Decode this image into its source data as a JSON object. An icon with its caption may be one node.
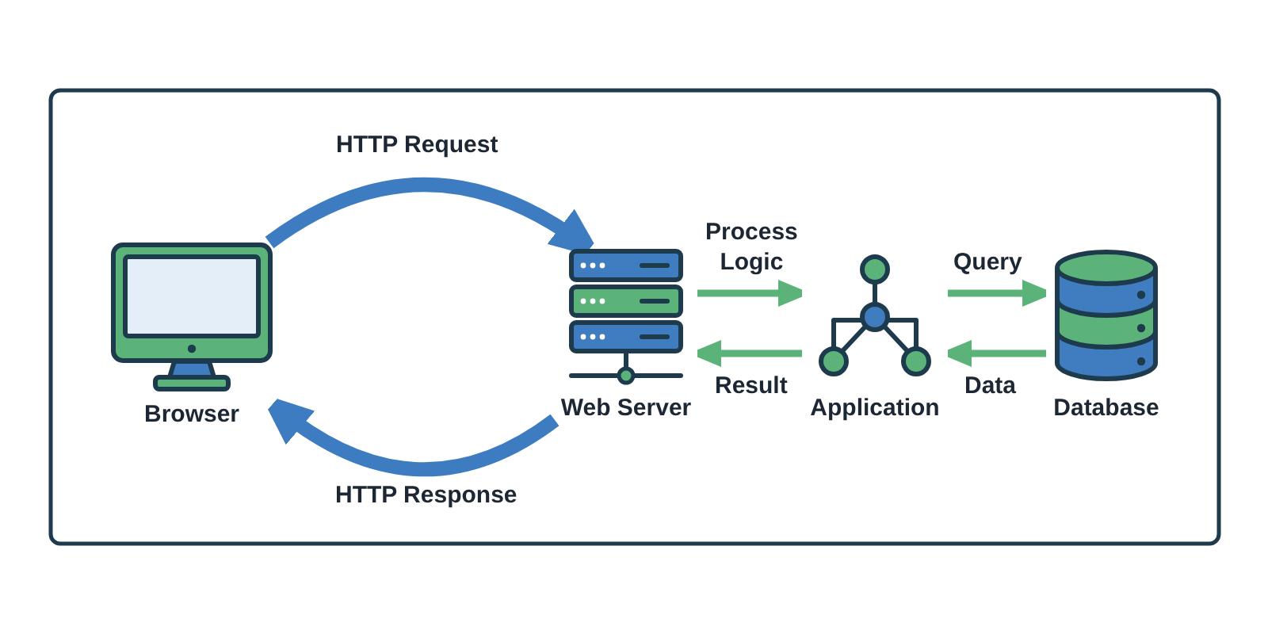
{
  "diagram": {
    "nodes": [
      {
        "text": [
          "Browser"
        ]
      },
      {
        "text": [
          "Web Server"
        ]
      },
      {
        "text": [
          "Application"
        ]
      },
      {
        "text": [
          "Database"
        ]
      }
    ],
    "edges": [
      {
        "from": 0,
        "to": 1,
        "arrow": "to",
        "label": "HTTP Request",
        "style": "thick",
        "color": "#3d7cc0"
      },
      {
        "from": 1,
        "to": 0,
        "arrow": "to",
        "label": "HTTP Response",
        "style": "thick",
        "color": "#3d7cc0"
      },
      {
        "from": 1,
        "to": 2,
        "arrow": "to",
        "label": "Process Logic"
      },
      {
        "from": 2,
        "to": 1,
        "arrow": "to",
        "label": "Result"
      },
      {
        "from": 2,
        "to": 3,
        "arrow": "to",
        "label": "Query"
      },
      {
        "from": 3,
        "to": 2,
        "arrow": "to",
        "label": "Data"
      }
    ]
  }
}
